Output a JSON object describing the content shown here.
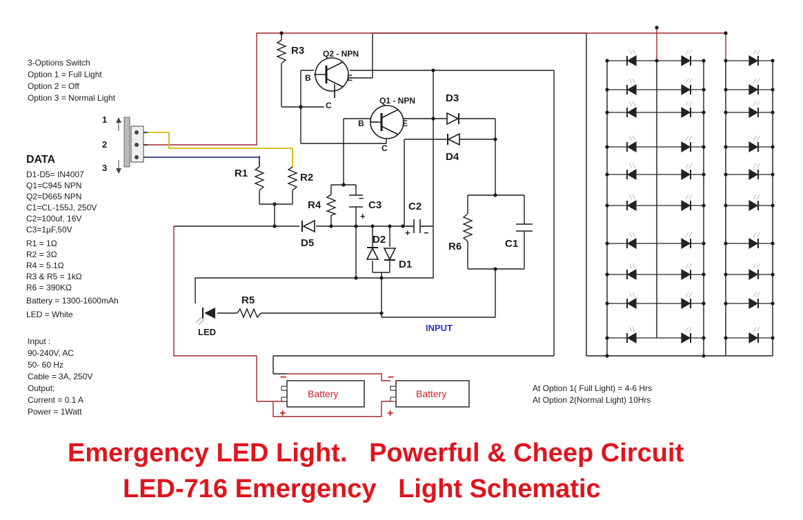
{
  "switch": {
    "heading": "3-Options Switch",
    "options": [
      "Option 1 = Full Light",
      "Option 2 = Off",
      "Option 3 = Normal Light"
    ],
    "positions": [
      "1",
      "2",
      "3"
    ]
  },
  "data_block": {
    "heading": "DATA",
    "lines": [
      "D1-D5= IN4007",
      "Q1=C945 NPN",
      "Q2=D665 NPN",
      "C1=CL-155J, 250V",
      "C2=100uf, 16V",
      "C3=1µF,50V",
      "R1 = 1Ω",
      "R2 = 3Ω",
      "R4 = 5.1Ω",
      "R3 & R5 = 1kΩ",
      "R6 = 390KΩ",
      "Battery = 1300-1600mAh",
      "LED = White"
    ]
  },
  "io_block": {
    "lines": [
      "Input :",
      "90-240V, AC",
      "50- 60 Hz",
      "Cable = 3A, 250V",
      "Output;",
      "Current = 0.1 A",
      "Power = 1Watt"
    ]
  },
  "components": {
    "q2": "Q2 - NPN",
    "q1": "Q1 - NPN",
    "b": "B",
    "e": "E",
    "c": "C",
    "r1": "R1",
    "r2": "R2",
    "r3": "R3",
    "r4": "R4",
    "r5": "R5",
    "r6": "R6",
    "c1": "C1",
    "c2": "C2",
    "c3": "C3",
    "d1": "D1",
    "d2": "D2",
    "d3": "D3",
    "d4": "D4",
    "d5": "D5",
    "led": "LED",
    "input": "INPUT",
    "battery": "Battery",
    "minus": "−",
    "plus": "+"
  },
  "runtime_notes": [
    "At Option 1( Full Light) = 4-6 Hrs",
    "At Option 2(Normal Light) 10Hrs"
  ],
  "titles": {
    "line1": "Emergency LED Light.   Powerful & Cheep Circuit",
    "line2": "LED-716 Emergency   Light Schematic"
  },
  "colors": {
    "wire": "#1a1a1a",
    "wire_red": "#a12626",
    "wire_yellow": "#d8b600",
    "wire_blue": "#2a3a8a",
    "title": "#e0141c",
    "input_label": "#2233cc",
    "battery_text": "#cc1f1f"
  }
}
